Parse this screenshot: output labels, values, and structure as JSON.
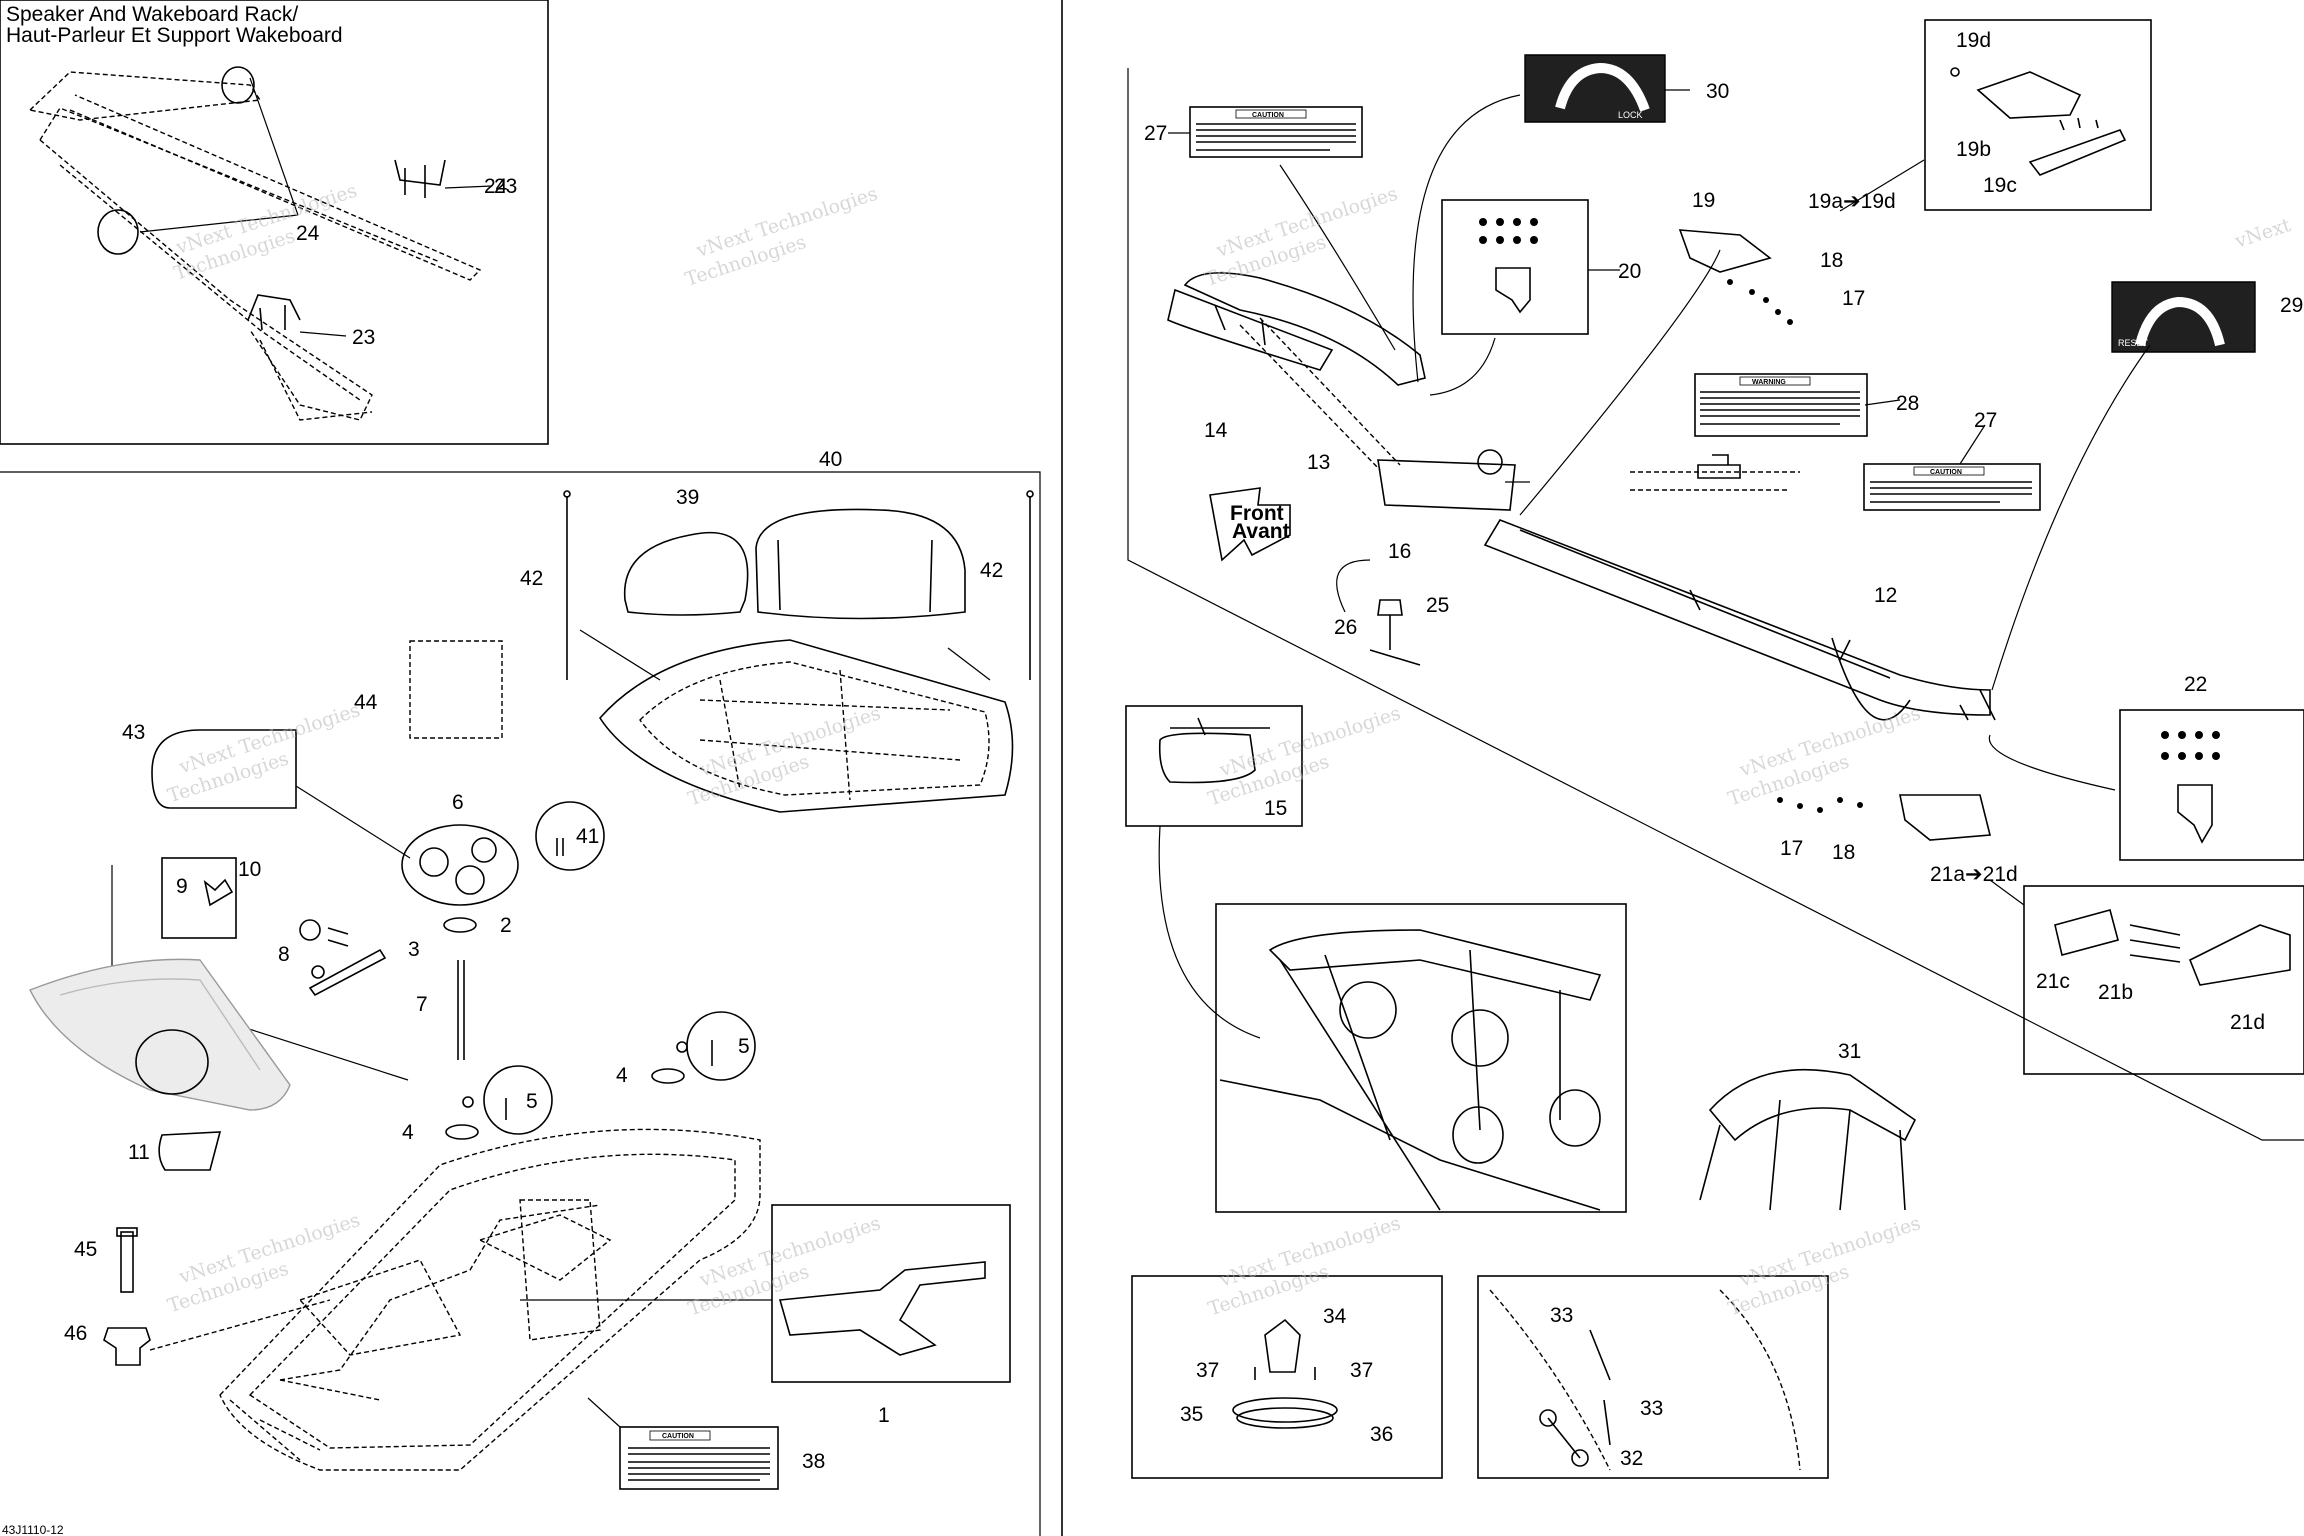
{
  "header": {
    "line1": "Speaker And Wakeboard Rack/",
    "line2": "Haut-Parleur Et Support Wakeboard"
  },
  "drawing_code": "43J1110-12",
  "watermark": {
    "line1": "vNext Technologies",
    "line2": "vNext",
    "line3": "Technologies"
  },
  "front_arrow": {
    "line1": "Front",
    "line2": "Avant"
  },
  "decals": {
    "caution": "CAUTION",
    "warning": "WARNING",
    "lock": "LOCK",
    "reset": "RESET"
  },
  "callouts": {
    "c1": "1",
    "c2": "2",
    "c3": "3",
    "c4a": "4",
    "c4b": "4",
    "c5a": "5",
    "c5b": "5",
    "c6": "6",
    "c7": "7",
    "c8": "8",
    "c9": "9",
    "c10": "10",
    "c11": "11",
    "c12": "12",
    "c13": "13",
    "c14": "14",
    "c15": "15",
    "c16": "16",
    "c17a": "17",
    "c17b": "17",
    "c18a": "18",
    "c18b": "18",
    "c19": "19",
    "c19range": "19a➔19d",
    "c19b": "19b",
    "c19c": "19c",
    "c19d": "19d",
    "c20": "20",
    "c21range": "21a➔21d",
    "c21b": "21b",
    "c21c": "21c",
    "c21d": "21d",
    "c22": "22",
    "c23a": "23",
    "c23b": "23",
    "c24": "24",
    "c25": "25",
    "c26": "26",
    "c27a": "27",
    "c27b": "27",
    "c28": "28",
    "c29": "29",
    "c30": "30",
    "c31": "31",
    "c32": "32",
    "c33a": "33",
    "c33b": "33",
    "c34": "34",
    "c35": "35",
    "c36": "36",
    "c37a": "37",
    "c37b": "37",
    "c38": "38",
    "c39": "39",
    "c40": "40",
    "c41": "41",
    "c42a": "42",
    "c42b": "42",
    "c43": "43",
    "c44": "44",
    "c45": "45",
    "c46": "46"
  }
}
